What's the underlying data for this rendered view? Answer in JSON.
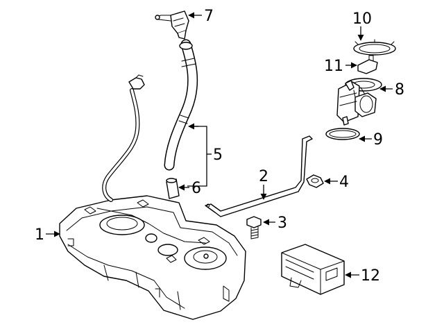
{
  "colors": {
    "line": "#000000",
    "fill": "#ffffff"
  },
  "callouts": {
    "c1": "1",
    "c2": "2",
    "c3": "3",
    "c4": "4",
    "c5": "5",
    "c6": "6",
    "c7": "7",
    "c8": "8",
    "c9": "9",
    "c10": "10",
    "c11": "11",
    "c12": "12"
  }
}
